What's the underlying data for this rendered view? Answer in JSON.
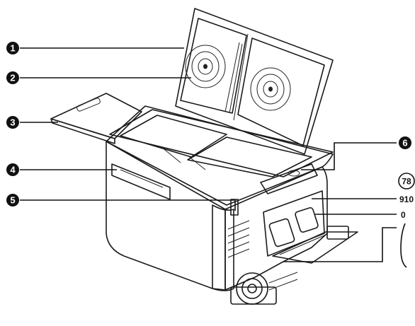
{
  "callouts": {
    "c1": "1",
    "c2": "2",
    "c3": "3",
    "c4": "4",
    "c5": "5",
    "c6": "6",
    "c78": "78",
    "c910": "910",
    "c0": "0"
  },
  "colors": {
    "ink": "#111111",
    "panel": "#c9c9c9",
    "panel_light": "#e4e4e4",
    "body": "#f4f4f4"
  }
}
